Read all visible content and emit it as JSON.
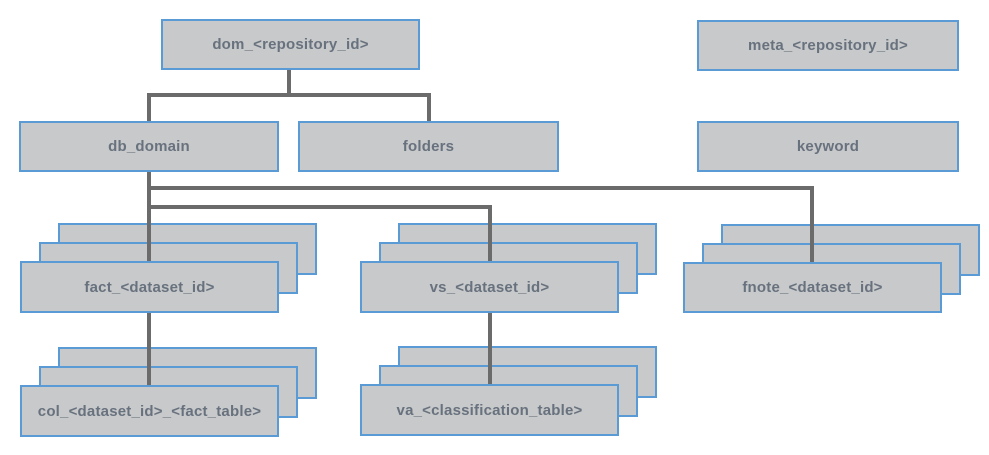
{
  "diagram": {
    "description": "Database repository table hierarchy",
    "colors": {
      "box_fill": "#c8c9ca",
      "box_border": "#5b9bd5",
      "connector": "#6b6b6b",
      "label_text": "#68727e",
      "background": "#ffffff"
    },
    "nodes": {
      "dom": {
        "label": "dom_<repository_id>",
        "stacked": false
      },
      "meta": {
        "label": "meta_<repository_id>",
        "stacked": false
      },
      "db_domain": {
        "label": "db_domain",
        "stacked": false
      },
      "folders": {
        "label": "folders",
        "stacked": false
      },
      "keyword": {
        "label": "keyword",
        "stacked": false
      },
      "fact": {
        "label": "fact_<dataset_id>",
        "stacked": true
      },
      "vs": {
        "label": "vs_<dataset_id>",
        "stacked": true
      },
      "fnote": {
        "label": "fnote_<dataset_id>",
        "stacked": true
      },
      "col": {
        "label": "col_<dataset_id>_<fact_table>",
        "stacked": true
      },
      "va": {
        "label": "va_<classification_table>",
        "stacked": true
      }
    },
    "edges": [
      {
        "from": "dom",
        "to": "db_domain"
      },
      {
        "from": "dom",
        "to": "folders"
      },
      {
        "from": "db_domain",
        "to": "fact"
      },
      {
        "from": "db_domain",
        "to": "vs"
      },
      {
        "from": "db_domain",
        "to": "fnote"
      },
      {
        "from": "fact",
        "to": "col"
      },
      {
        "from": "vs",
        "to": "va"
      }
    ]
  }
}
